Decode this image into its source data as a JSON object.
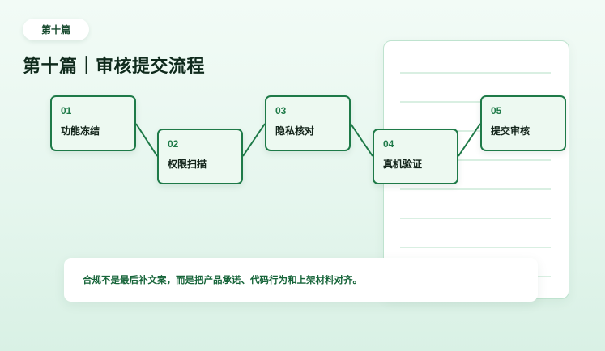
{
  "chapter_tag": "第十篇",
  "title": "第十篇｜审核提交流程",
  "steps": [
    {
      "num": "01",
      "label": "功能冻结"
    },
    {
      "num": "02",
      "label": "权限扫描"
    },
    {
      "num": "03",
      "label": "隐私核对"
    },
    {
      "num": "04",
      "label": "真机验证"
    },
    {
      "num": "05",
      "label": "提交审核"
    }
  ],
  "note": "合规不是最后补文案，而是把产品承诺、代码行为和上架材料对齐。",
  "colors": {
    "accent": "#1e7a48",
    "card_fill": "#edf9f1",
    "note_text": "#17653a"
  }
}
